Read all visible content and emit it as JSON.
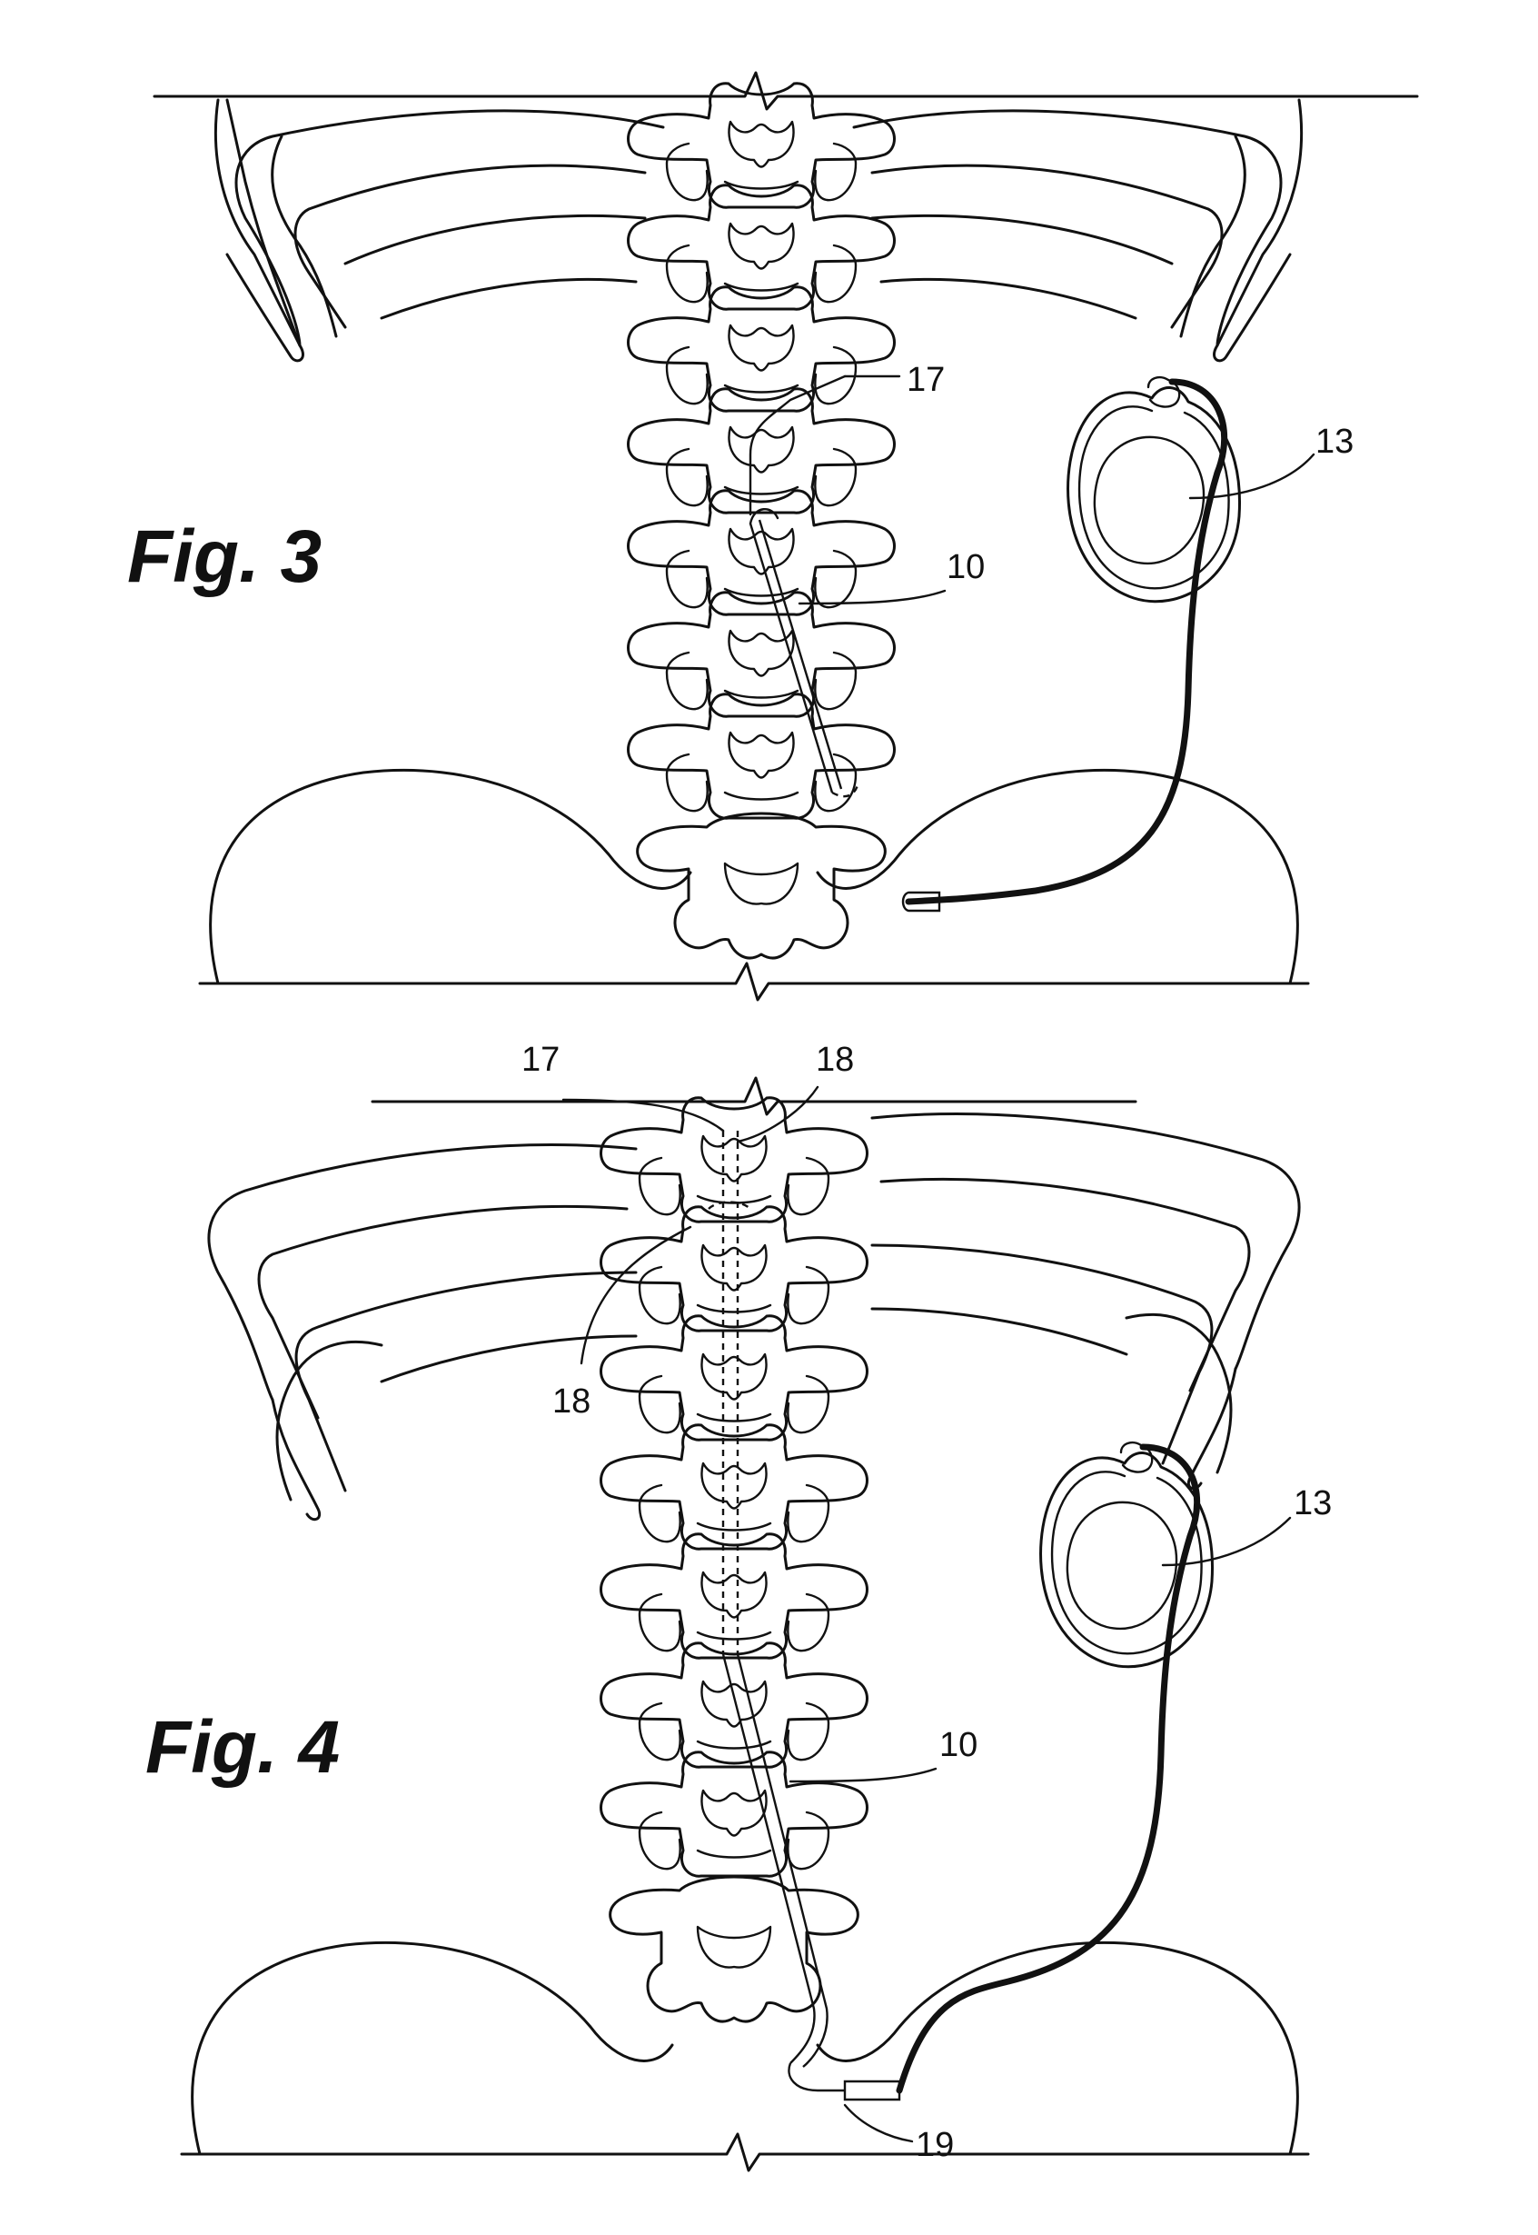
{
  "figures": [
    {
      "label": "Fig. 3",
      "refs": {
        "neurostimulator": "13",
        "lead_entry": "17",
        "lead": "10"
      }
    },
    {
      "label": "Fig. 4",
      "refs": {
        "neurostimulator": "13",
        "lead_entry": "17",
        "anchor_top": "18",
        "anchor_left": "18",
        "lead": "10",
        "connector": "19"
      }
    }
  ]
}
